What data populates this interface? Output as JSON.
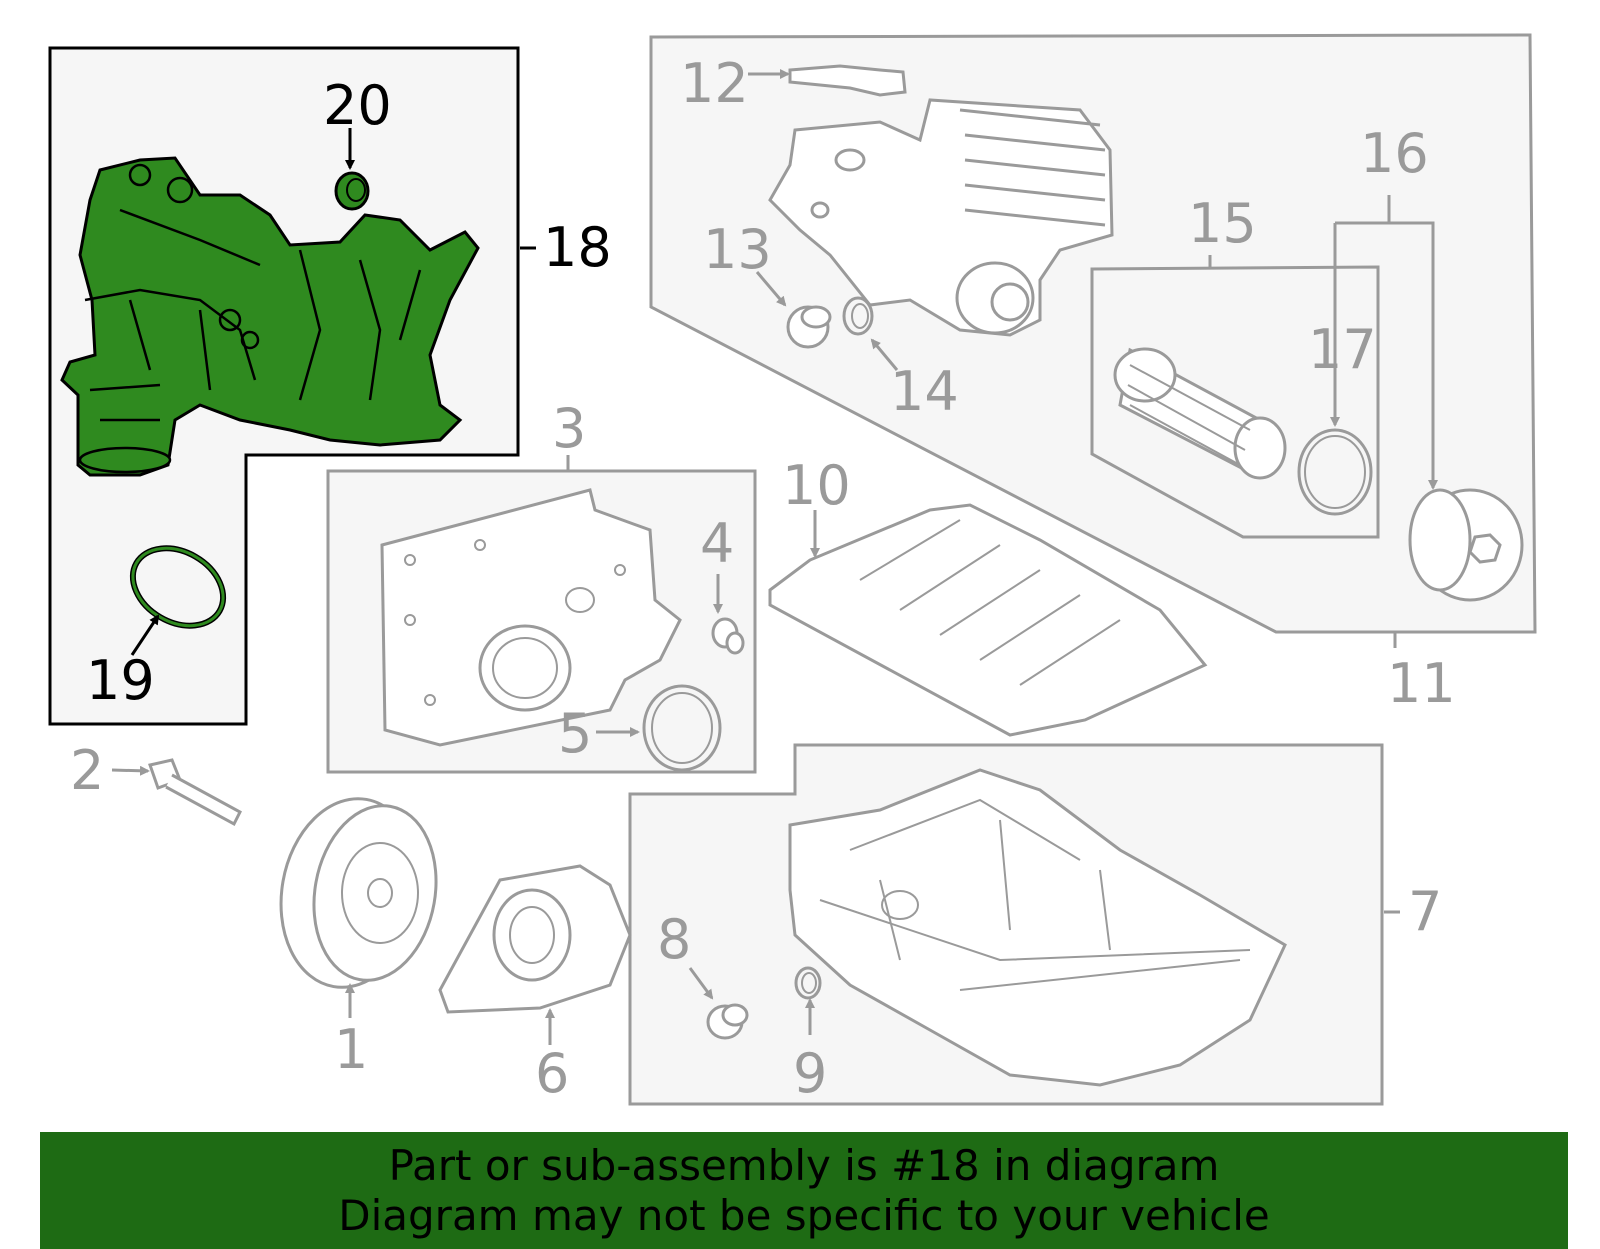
{
  "callouts": {
    "c1": "1",
    "c2": "2",
    "c3": "3",
    "c4": "4",
    "c5": "5",
    "c6": "6",
    "c7": "7",
    "c8": "8",
    "c9": "9",
    "c10": "10",
    "c11": "11",
    "c12": "12",
    "c13": "13",
    "c14": "14",
    "c15": "15",
    "c16": "16",
    "c17": "17",
    "c18": "18",
    "c19": "19",
    "c20": "20"
  },
  "footer": {
    "line1": "Part or sub-assembly is #18 in diagram",
    "line2": "Diagram may not be specific to your vehicle"
  },
  "colors": {
    "highlight": "#1e6b14",
    "part_fill": "#2f8a1f",
    "grey_line": "#9a9a9a",
    "group_fill": "#f6f6f6"
  }
}
